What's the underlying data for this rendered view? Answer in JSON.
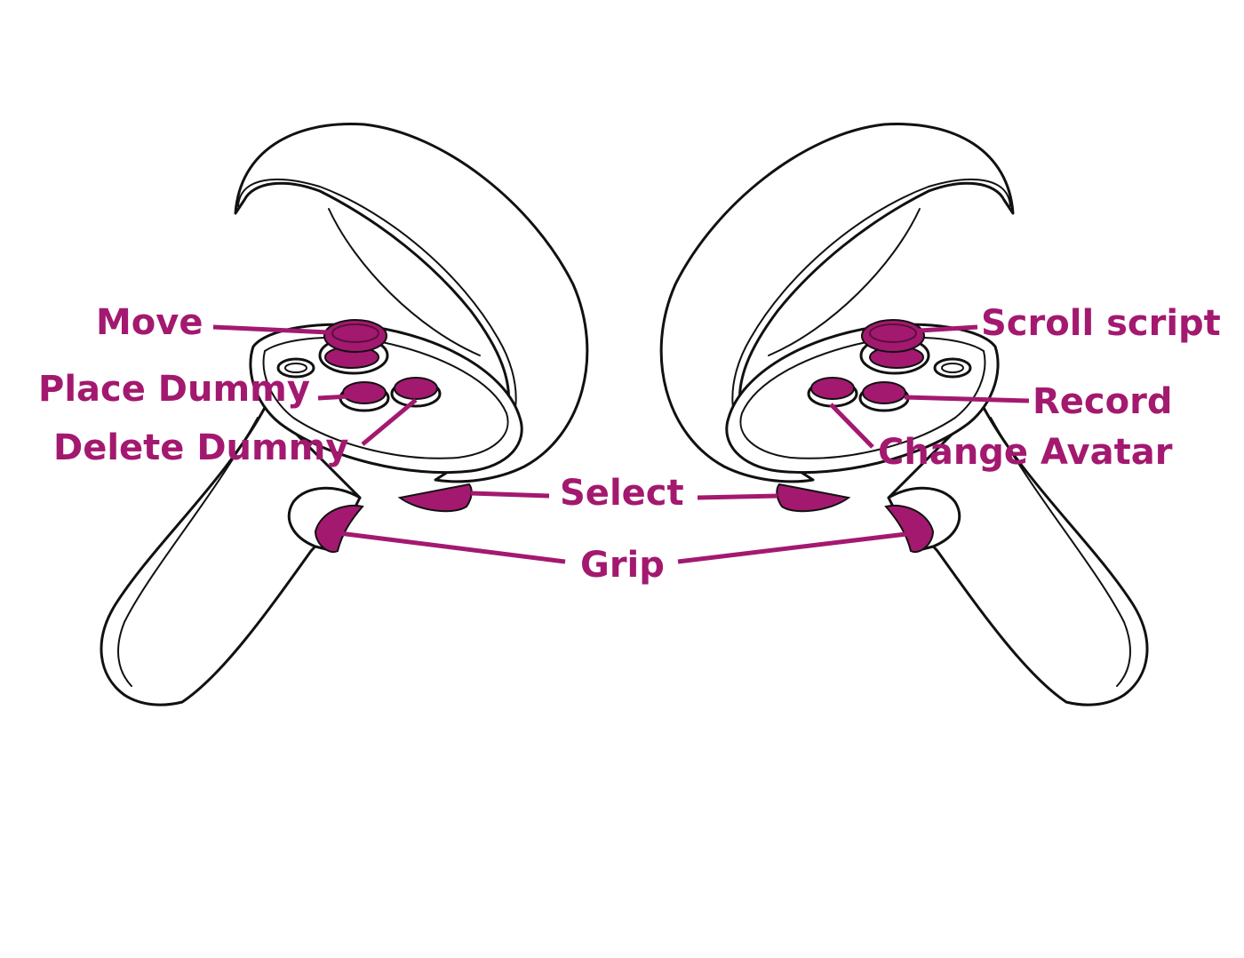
{
  "colors": {
    "accent": "#a3196f",
    "outline": "#111111",
    "background": "#ffffff"
  },
  "labels": {
    "move": "Move",
    "place_dummy": "Place Dummy",
    "delete_dummy": "Delete Dummy",
    "select": "Select",
    "grip": "Grip",
    "scroll_script": "Scroll script",
    "record": "Record",
    "change_avatar": "Change Avatar"
  }
}
